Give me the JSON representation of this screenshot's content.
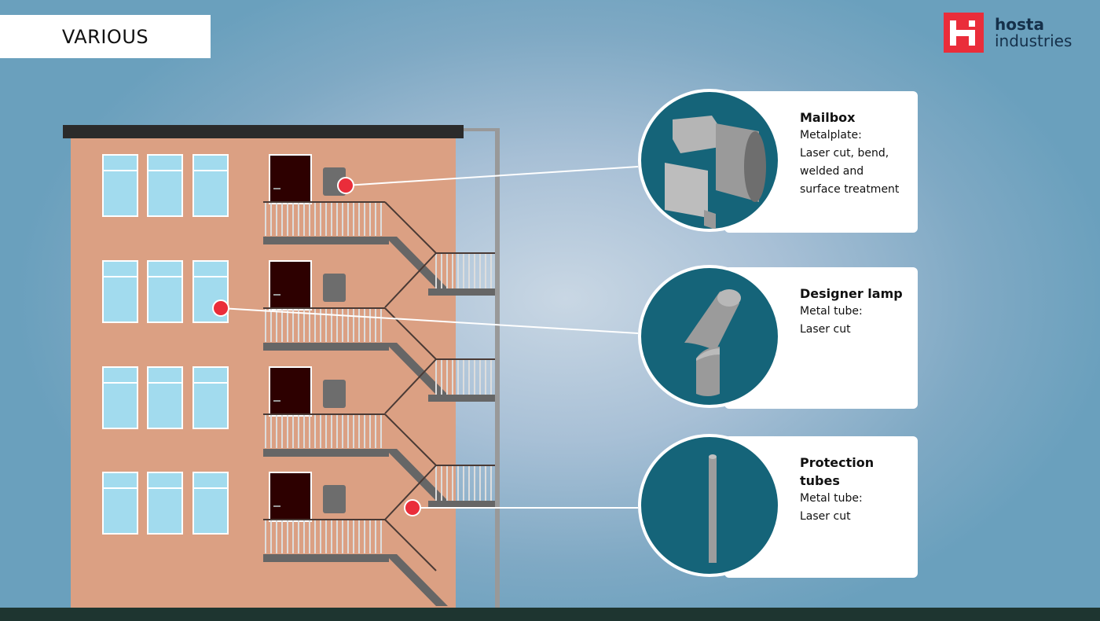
{
  "header": {
    "title": "VARIOUS"
  },
  "logo": {
    "line1": "hosta",
    "line2": "industries",
    "brand_color": "#ea2d3a"
  },
  "colors": {
    "circle_bg": "#156479",
    "building": "#dba083",
    "marker": "#ea2d3a",
    "ground": "#1e3530"
  },
  "products": [
    {
      "name": "Mailbox",
      "material": "Metalplate:",
      "process_lines": [
        "Laser cut, bend,",
        "welded and",
        "surface treatment"
      ],
      "icon": "mailbox-icon"
    },
    {
      "name": "Designer lamp",
      "material": "Metal tube:",
      "process_lines": [
        "Laser cut"
      ],
      "icon": "lamp-icon"
    },
    {
      "name": "Protection tubes",
      "material": "Metal tube:",
      "process_lines": [
        "Laser cut"
      ],
      "icon": "tube-icon"
    }
  ]
}
